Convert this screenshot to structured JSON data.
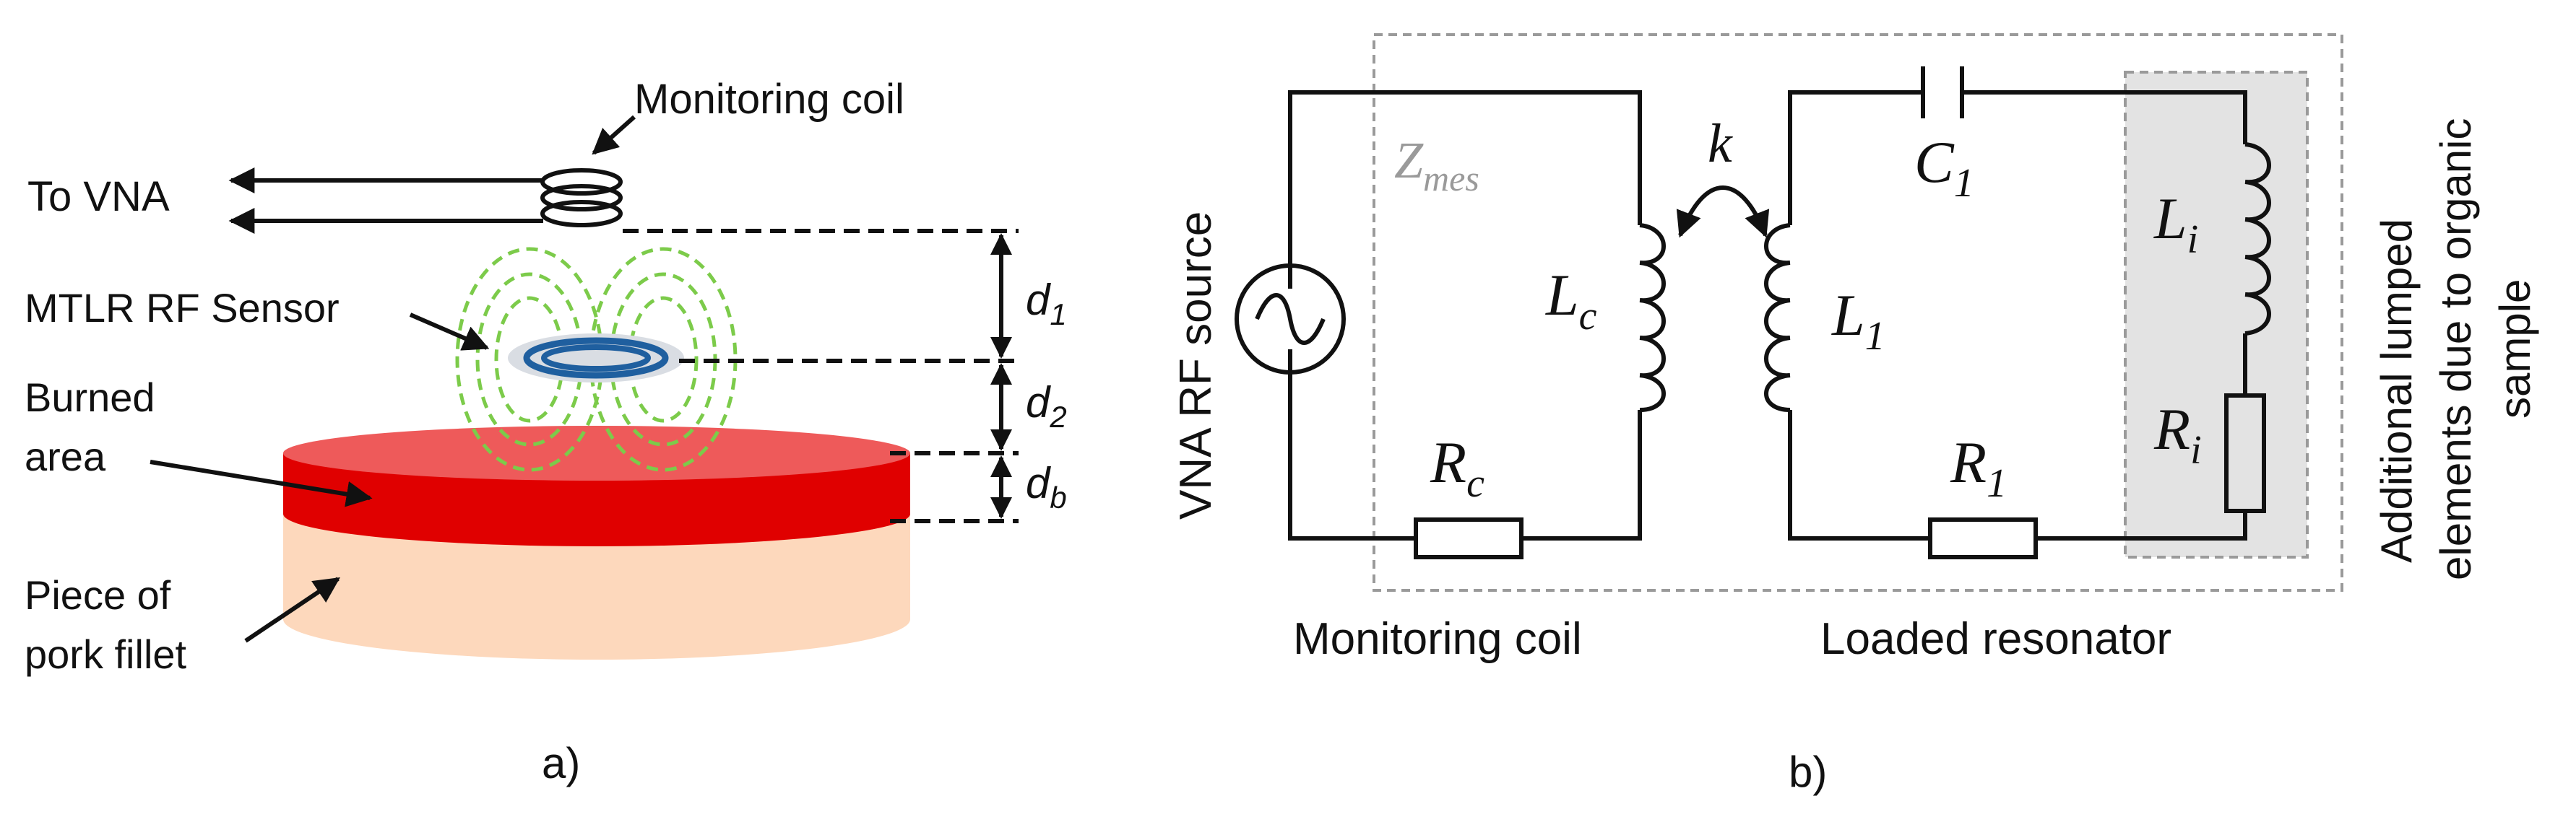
{
  "panel_a": {
    "caption": "a)",
    "monitoring_coil_label": "Monitoring coil",
    "to_vna_label": "To VNA",
    "sensor_label": "MTLR RF Sensor",
    "burned_area_label_line1": "Burned",
    "burned_area_label_line2": "area",
    "pork_label_line1": "Piece of",
    "pork_label_line2": "pork fillet",
    "d1": {
      "base": "d",
      "sub": "1"
    },
    "d2": {
      "base": "d",
      "sub": "2"
    },
    "db": {
      "base": "d",
      "sub": "b"
    },
    "colors": {
      "burned": "#e00000",
      "burned_top": "#ee5555",
      "pork": "#fdd8bc",
      "field": "#7ccb4a",
      "sensor": "#1f5f9f"
    }
  },
  "panel_b": {
    "caption": "b)",
    "source_label": "VNA RF source",
    "zmes": {
      "base": "Z",
      "sub": "mes"
    },
    "k_label": "k",
    "lc": {
      "base": "L",
      "sub": "c"
    },
    "rc": {
      "base": "R",
      "sub": "c"
    },
    "l1": {
      "base": "L",
      "sub": "1"
    },
    "c1": {
      "base": "C",
      "sub": "1"
    },
    "r1": {
      "base": "R",
      "sub": "1"
    },
    "li": {
      "base": "L",
      "sub": "i"
    },
    "ri": {
      "base": "R",
      "sub": "i"
    },
    "monitoring_coil_label": "Monitoring coil",
    "loaded_resonator_label": "Loaded resonator",
    "additional_line1": "Additional lumped",
    "additional_line2": "elements due to organic",
    "additional_line3": "sample"
  }
}
